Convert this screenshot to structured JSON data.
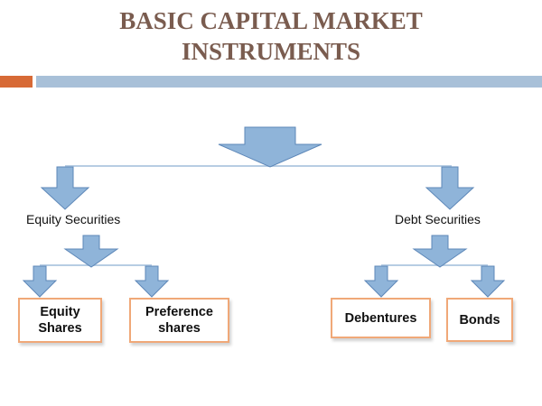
{
  "title": {
    "line1": "BASIC CAPITAL MARKET",
    "line2": "INSTRUMENTS"
  },
  "colors": {
    "title": "#7a5c4f",
    "accent_orange": "#d76a36",
    "accent_blue": "#a8c0d8",
    "arrow_fill": "#8fb4d9",
    "arrow_stroke": "#5d87b8",
    "connector": "#b7cde3",
    "box_border": "#f0a878"
  },
  "diagram": {
    "branches": {
      "equity": {
        "label": "Equity Securities",
        "children": [
          {
            "line1": "Equity",
            "line2": "Shares"
          },
          {
            "line1": "Preference",
            "line2": "shares"
          }
        ]
      },
      "debt": {
        "label": "Debt Securities",
        "children": [
          {
            "line1": "Debentures"
          },
          {
            "line1": "Bonds"
          }
        ]
      }
    }
  }
}
